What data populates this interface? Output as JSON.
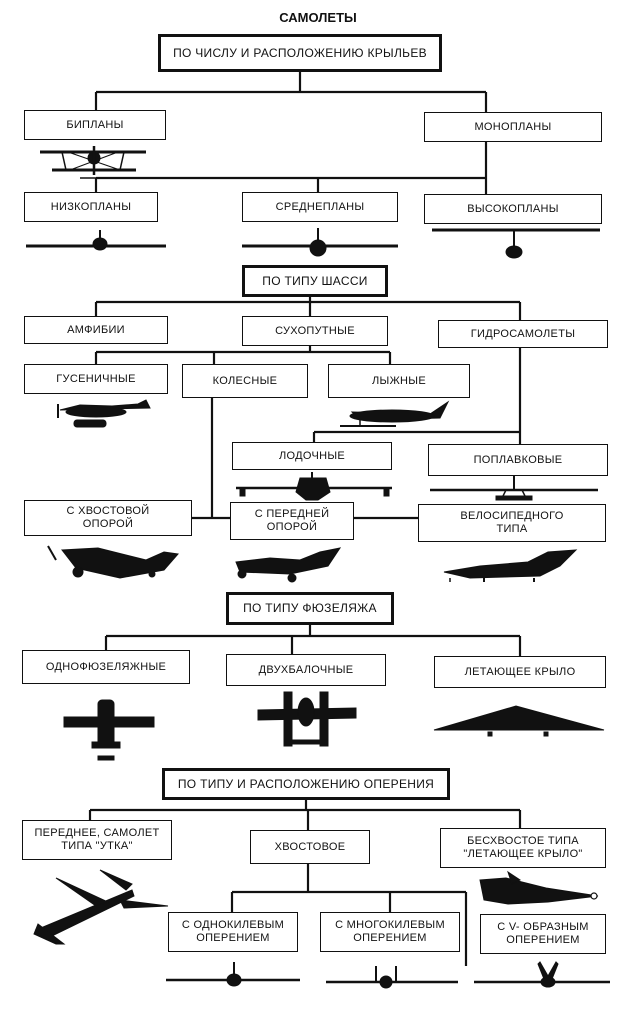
{
  "title": "САМОЛЕТЫ",
  "sections": {
    "wings": {
      "header": "ПО ЧИСЛУ И РАСПОЛОЖЕНИЮ КРЫЛЬЕВ",
      "biplanes": "БИПЛАНЫ",
      "monoplanes": "МОНОПЛАНЫ",
      "low_wing": "НИЗКОПЛАНЫ",
      "mid_wing": "СРЕДНЕПЛАНЫ",
      "high_wing": "ВЫСОКОПЛАНЫ"
    },
    "gear": {
      "header": "ПО ТИПУ ШАССИ",
      "amphibians": "АМФИБИИ",
      "land": "СУХОПУТНЫЕ",
      "seaplanes": "ГИДРОСАМОЛЕТЫ",
      "tracked": "ГУСЕНИЧНЫЕ",
      "wheeled": "КОЛЕСНЫЕ",
      "ski": "ЛЫЖНЫЕ",
      "boat": "ЛОДОЧНЫЕ",
      "float": "ПОПЛАВКОВЫЕ",
      "tail_wheel": "С ХВОСТОВОЙ\nОПОРОЙ",
      "nose_wheel": "С ПЕРЕДНЕЙ\nОПОРОЙ",
      "bicycle": "ВЕЛОСИПЕДНОГО\nТИПА"
    },
    "fuselage": {
      "header": "ПО ТИПУ ФЮЗЕЛЯЖА",
      "single": "ОДНОФЮЗЕЛЯЖНЫЕ",
      "twin_boom": "ДВУХБАЛОЧНЫЕ",
      "flying_wing": "ЛЕТАЮЩЕЕ КРЫЛО"
    },
    "tail": {
      "header": "ПО ТИПУ И РАСПОЛОЖЕНИЮ ОПЕРЕНИЯ",
      "canard": "ПЕРЕДНЕЕ, САМОЛЕТ\nТИПА \"УТКА\"",
      "tail": "ХВОСТОВОЕ",
      "tailless": "БЕСХВОСТОЕ ТИПА\n\"ЛЕТАЮЩЕЕ КРЫЛО\"",
      "single_fin": "С ОДНОКИЛЕВЫМ\nОПЕРЕНИЕМ",
      "multi_fin": "С МНОГОКИЛЕВЫМ\nОПЕРЕНИЕМ",
      "v_tail": "С V- ОБРАЗНЫМ\nОПЕРЕНИЕМ"
    }
  }
}
